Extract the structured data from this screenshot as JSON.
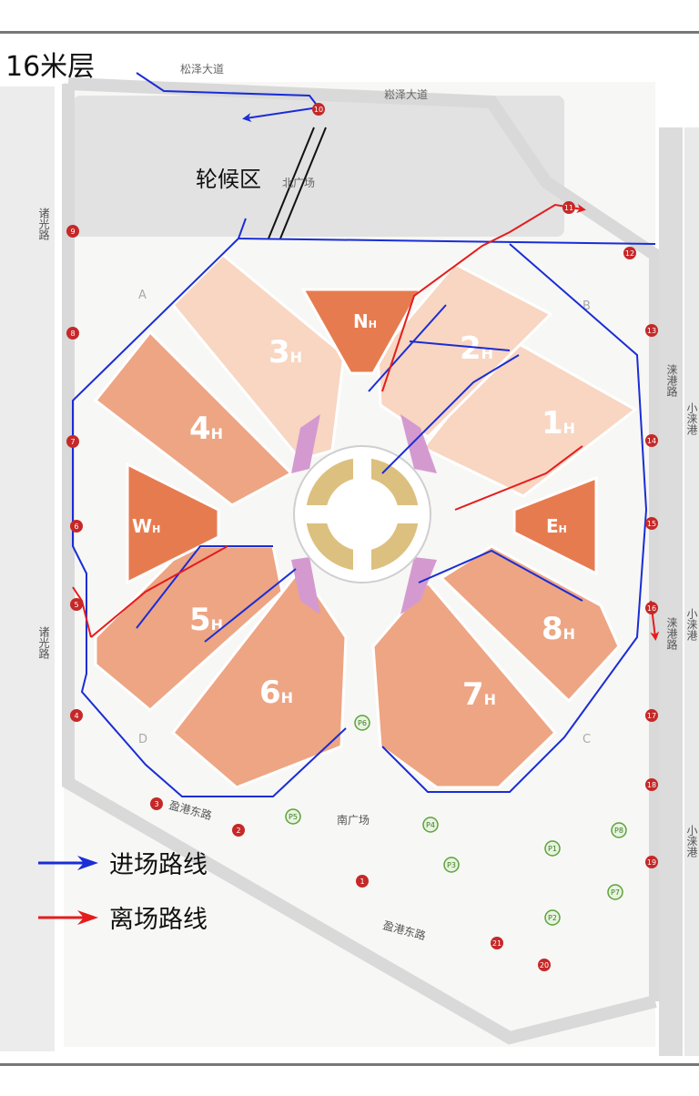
{
  "title": "16米层",
  "waiting_area": "轮候区",
  "roads": {
    "north_top": "松泽大道",
    "north_mid": "崧泽大道",
    "north_plaza": "北广场",
    "south_plaza": "南广场",
    "west_upper": "诸光路",
    "west_lower": "诸光路",
    "east_main_upper": "涞港路",
    "east_main_lower": "涞港路",
    "east_small_upper": "小涞港",
    "east_small_lower": "小涞港",
    "south_upper": "盈港东路",
    "south_lower": "盈港东路"
  },
  "halls": [
    {
      "id": "1H",
      "main": "1",
      "sub": "H",
      "color": "#f8d6c2"
    },
    {
      "id": "2H",
      "main": "2",
      "sub": "H",
      "color": "#f8d6c2"
    },
    {
      "id": "3H",
      "main": "3",
      "sub": "H",
      "color": "#f8d6c2"
    },
    {
      "id": "4H",
      "main": "4",
      "sub": "H",
      "color": "#eea583"
    },
    {
      "id": "5H",
      "main": "5",
      "sub": "H",
      "color": "#eea583"
    },
    {
      "id": "6H",
      "main": "6",
      "sub": "H",
      "color": "#eea583"
    },
    {
      "id": "7H",
      "main": "7",
      "sub": "H",
      "color": "#eea583"
    },
    {
      "id": "8H",
      "main": "8",
      "sub": "H",
      "color": "#eea583"
    },
    {
      "id": "NH",
      "main": "N",
      "sub": "H",
      "color": "#e77b50"
    },
    {
      "id": "EH",
      "main": "E",
      "sub": "H",
      "color": "#e77b50"
    },
    {
      "id": "WH",
      "main": "W",
      "sub": "H",
      "color": "#e77b50"
    }
  ],
  "corner_labels": [
    "A",
    "B",
    "C",
    "D"
  ],
  "gates": [
    "1",
    "2",
    "3",
    "4",
    "5",
    "6",
    "7",
    "8",
    "9",
    "10",
    "11",
    "12",
    "13",
    "14",
    "15",
    "16",
    "17",
    "18",
    "19",
    "20",
    "21"
  ],
  "parking": [
    "P1",
    "P2",
    "P3",
    "P4",
    "P5",
    "P6",
    "P7",
    "P8"
  ],
  "legend": {
    "entry": {
      "label": "进场路线",
      "color": "#1a2dd6"
    },
    "exit": {
      "label": "离场路线",
      "color": "#e41c1c"
    }
  },
  "colors": {
    "road": "#d9d9d9",
    "light_hall": "#f8d6c2",
    "mid_hall": "#eea583",
    "dark_hall": "#e77b50",
    "center": "#dcc07f",
    "connector": "#d49ad0"
  }
}
